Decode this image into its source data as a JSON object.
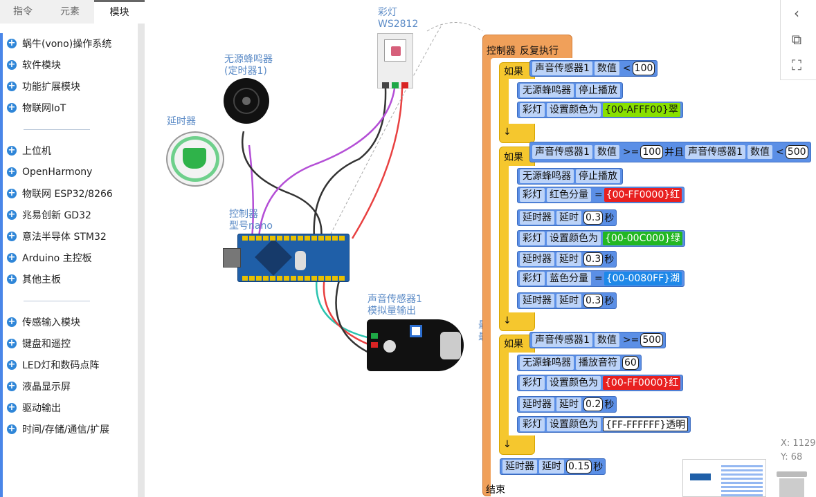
{
  "sidebar": {
    "tabs": [
      "指令",
      "元素",
      "模块"
    ],
    "active_tab": "模块",
    "group1": [
      "蜗牛(vono)操作系统",
      "软件模块",
      "功能扩展模块",
      "物联网IoT"
    ],
    "group2": [
      "上位机",
      "OpenHarmony",
      "物联网 ESP32/8266",
      "兆易创新 GD32",
      "意法半导体 STM32",
      "Arduino 主控板",
      "其他主板"
    ],
    "group3": [
      "传感输入模块",
      "键盘和遥控",
      "LED灯和数码点阵",
      "液晶显示屏",
      "驱动输出",
      "时间/存储/通信/扩展"
    ]
  },
  "devices": {
    "led_name": "彩灯",
    "led_model": "WS2812",
    "buzzer_name": "无源蜂鸣器",
    "buzzer_sub": "(定时器1)",
    "timer_name": "延时器",
    "controller_name": "控制器",
    "controller_model": "型号nano",
    "sensor_name": "声音传感器1",
    "sensor_sub": "模拟量输出",
    "sensor_min": "最小",
    "sensor_max": "最大"
  },
  "program": {
    "header": [
      "控制器",
      "反复执行"
    ],
    "end": "结束",
    "if_label": "如果",
    "and_label": "并且",
    "if1": {
      "sensor": "声音传感器1",
      "prop": "数值",
      "op": "<",
      "value": "100"
    },
    "if1_body": [
      {
        "type": "stop",
        "a": "无源蜂鸣器",
        "b": "停止播放"
      },
      {
        "type": "color",
        "a": "彩灯",
        "b": "设置颜色为",
        "chip": "{00-AFFF00}翠"
      }
    ],
    "if2": {
      "sensor": "声音传感器1",
      "prop": "数值",
      "op1": ">=",
      "v1": "100",
      "sensor2": "声音传感器1",
      "prop2": "数值",
      "op2": "<",
      "v2": "500"
    },
    "if2_body": {
      "stop": {
        "a": "无源蜂鸣器",
        "b": "停止播放"
      },
      "red": {
        "a": "彩灯",
        "b": "红色分量",
        "eq": "=",
        "chip": "{00-FF0000}红"
      },
      "delay1": {
        "a": "延时器",
        "b": "延时",
        "v": "0.3",
        "unit": "秒"
      },
      "green": {
        "a": "彩灯",
        "b": "设置颜色为",
        "chip": "{00-00C000}绿"
      },
      "delay2": {
        "a": "延时器",
        "b": "延时",
        "v": "0.3",
        "unit": "秒"
      },
      "blue": {
        "a": "彩灯",
        "b": "蓝色分量",
        "eq": "=",
        "chip": "{00-0080FF}湖"
      },
      "delay3": {
        "a": "延时器",
        "b": "延时",
        "v": "0.3",
        "unit": "秒"
      }
    },
    "if3": {
      "sensor": "声音传感器1",
      "prop": "数值",
      "op": ">=",
      "value": "500"
    },
    "if3_body": {
      "play": {
        "a": "无源蜂鸣器",
        "b": "播放音符",
        "v": "60"
      },
      "red": {
        "a": "彩灯",
        "b": "设置颜色为",
        "chip": "{00-FF0000}红"
      },
      "delay": {
        "a": "延时器",
        "b": "延时",
        "v": "0.2",
        "unit": "秒"
      },
      "white": {
        "a": "彩灯",
        "b": "设置颜色为",
        "chip": "{FF-FFFFFF}透明"
      }
    },
    "tail_delay": {
      "a": "延时器",
      "b": "延时",
      "v": "0.15",
      "unit": "秒"
    },
    "arrow": "↓"
  },
  "status": {
    "x": "X: 1129",
    "y": "Y: 68"
  },
  "toolbar": {
    "back_icon": "chevron-left-icon",
    "copy_icon": "copy-icon",
    "fit_icon": "fit-screen-icon"
  },
  "colors": {
    "accent": "#2f86d8",
    "block_blue": "#5b8fe6",
    "block_orange": "#f0a05a",
    "block_yellow": "#f5c72e"
  }
}
